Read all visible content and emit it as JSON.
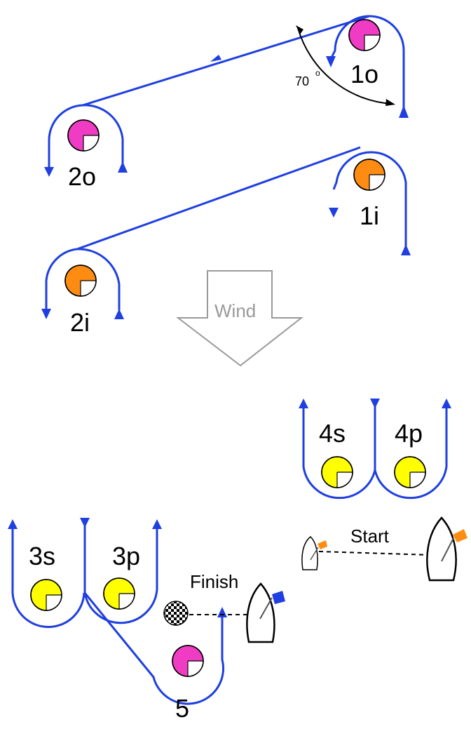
{
  "colors": {
    "course": "#1f3fe0",
    "pink": "#f03cc4",
    "orange": "#ff8c12",
    "yellow": "#ffff00",
    "wind": "#9a9a9a",
    "committee_flag": "#ff8c12",
    "finish_flag": "#1f3fe0"
  },
  "marks": {
    "m1o": "1o",
    "m2o": "2o",
    "m1i": "1i",
    "m2i": "2i",
    "m3s": "3s",
    "m3p": "3p",
    "m4s": "4s",
    "m4p": "4p",
    "m5": "5"
  },
  "angle": {
    "value": "70",
    "unit": "o"
  },
  "wind": {
    "label": "Wind"
  },
  "start": {
    "label": "Start"
  },
  "finish": {
    "label": "Finish"
  }
}
